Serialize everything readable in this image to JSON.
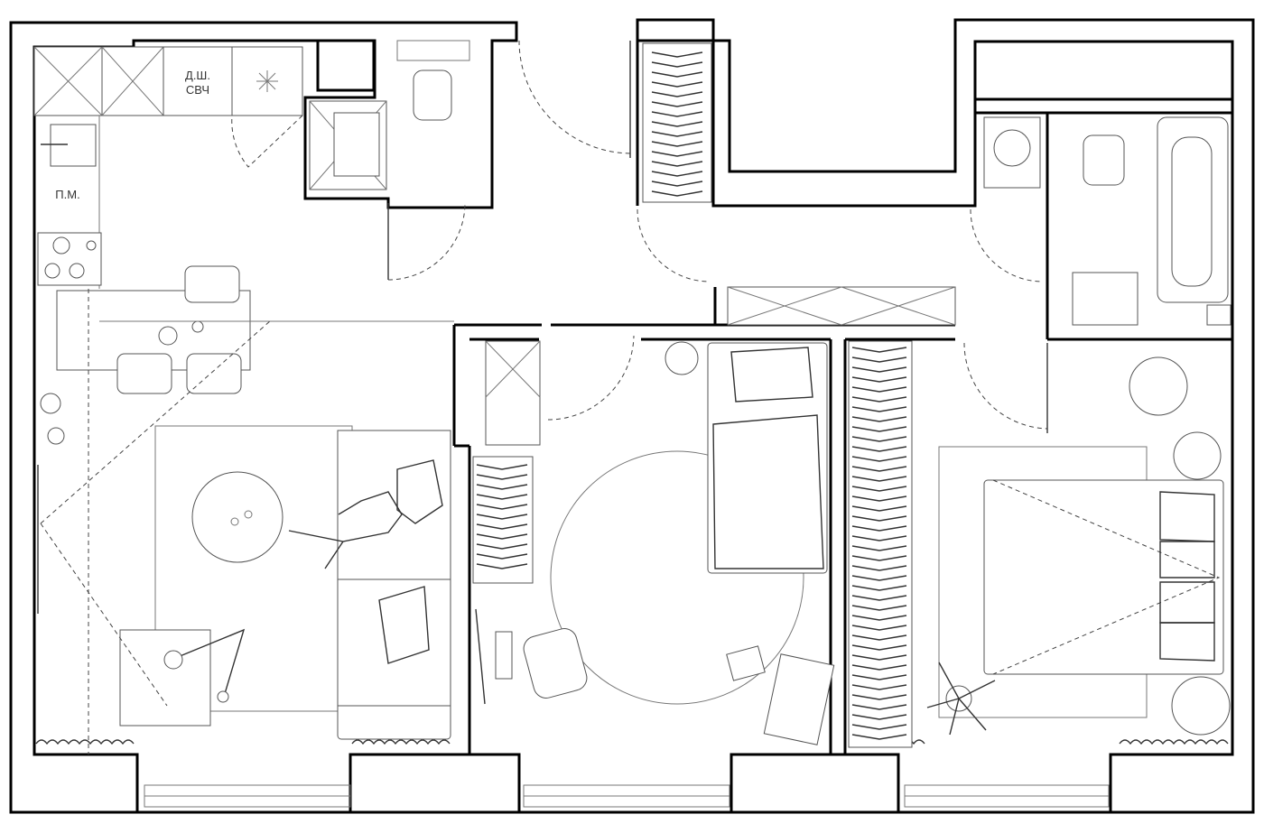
{
  "labels": {
    "kitchen_appliance_line1": "Д.Ш.",
    "kitchen_appliance_line2": "СВЧ",
    "dishwasher": "П.М."
  }
}
